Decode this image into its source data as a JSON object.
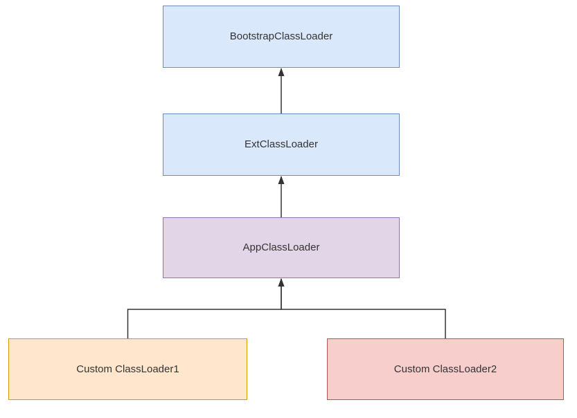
{
  "diagram": {
    "type": "flowchart",
    "background": "#ffffff",
    "edge_color": "#333333",
    "text_color": "#333333",
    "nodes": [
      {
        "id": "bootstrap-classloader",
        "label": "BootstrapClassLoader",
        "fill": "#dae8fc",
        "stroke": "#6c8ebf"
      },
      {
        "id": "ext-classloader",
        "label": "ExtClassLoader",
        "fill": "#dae8fc",
        "stroke": "#6c8ebf"
      },
      {
        "id": "app-classloader",
        "label": "AppClassLoader",
        "fill": "#e1d5e7",
        "stroke": "#9673a6"
      },
      {
        "id": "custom-classloader1",
        "label": "Custom ClassLoader1",
        "fill": "#ffe6cc",
        "stroke": "#d79b00"
      },
      {
        "id": "custom-classloader2",
        "label": "Custom ClassLoader2",
        "fill": "#f8cecc",
        "stroke": "#b85450"
      }
    ],
    "edges": [
      {
        "from": "ext-classloader",
        "to": "bootstrap-classloader",
        "direction": "up"
      },
      {
        "from": "app-classloader",
        "to": "ext-classloader",
        "direction": "up"
      },
      {
        "from": "custom-classloader1",
        "to": "app-classloader",
        "direction": "up"
      },
      {
        "from": "custom-classloader2",
        "to": "app-classloader",
        "direction": "up"
      }
    ]
  }
}
